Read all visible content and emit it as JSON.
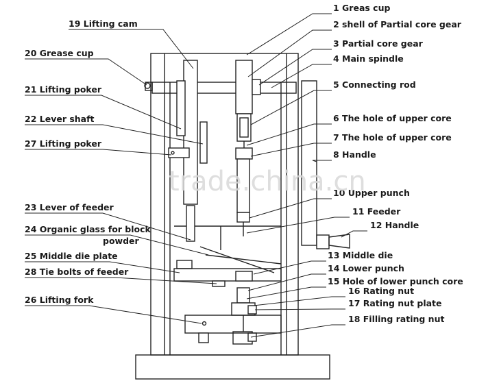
{
  "labels": {
    "l1": "1 Greas cup",
    "l2": "2 shell of Partial core gear",
    "l3": "3 Partial core gear",
    "l4": "4 Main spindle",
    "l5": "5  Connecting rod",
    "l6": "6 The hole of upper core",
    "l7": "7 The hole of upper core",
    "l8": "8 Handle",
    "l10": "10 Upper punch",
    "l11": "11 Feeder",
    "l12": "12 Handle",
    "l13": "13 Middle die",
    "l14": "14 Lower punch",
    "l15": "15 Hole of lower punch core",
    "l16": "16 Rating nut",
    "l17": "17 Rating nut plate",
    "l18": "18 Filling rating nut",
    "l19": "19 Lifting cam",
    "l20": "20 Grease cup",
    "l21": "21 Lifting poker",
    "l22": "22 Lever shaft",
    "l27": "27 Lifting poker",
    "l23": "23 Lever of feeder",
    "l24a": "24 Organic glass for block",
    "l24b": "powder",
    "l25": "25 Middle die plate",
    "l28": "28 Tie bolts of feeder",
    "l26": "26 Lifting fork"
  },
  "watermark": "trade.china.cn"
}
